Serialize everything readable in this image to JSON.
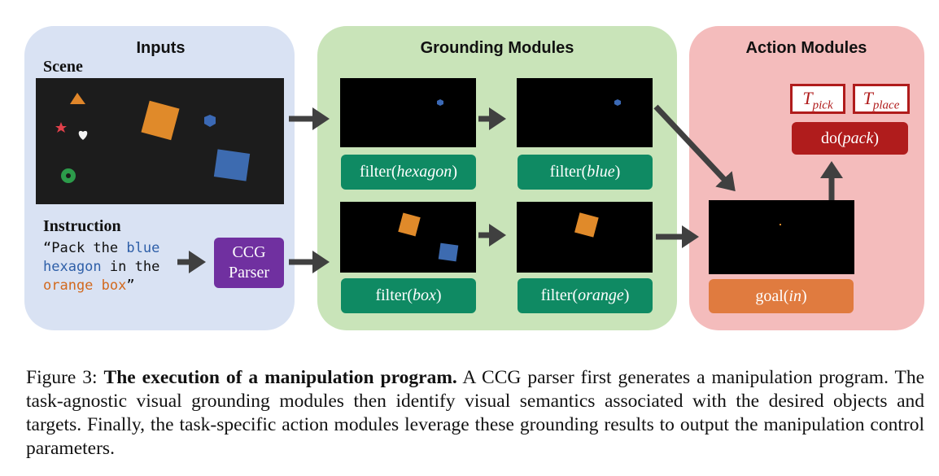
{
  "panels": {
    "inputs": "Inputs",
    "grounding": "Grounding Modules",
    "action": "Action Modules"
  },
  "inputs": {
    "scene_label": "Scene",
    "instruction_label": "Instruction",
    "instruction": [
      {
        "text": "“Pack the ",
        "color": "#111111"
      },
      {
        "text": "blue",
        "color": "#2e5fa8"
      },
      {
        "text": "hexagon",
        "color": "#2e5fa8"
      },
      {
        "text": " in the",
        "color": "#111111"
      },
      {
        "text": "orange box",
        "color": "#d2691e"
      },
      {
        "text": "”",
        "color": "#111111"
      }
    ],
    "parser_line1": "CCG",
    "parser_line2": "Parser"
  },
  "grounding": {
    "filter_hexagon": {
      "fn": "filter(",
      "arg": "hexagon",
      "close": ")"
    },
    "filter_blue": {
      "fn": "filter(",
      "arg": "blue",
      "close": ")"
    },
    "filter_box": {
      "fn": "filter(",
      "arg": "box",
      "close": ")"
    },
    "filter_orange": {
      "fn": "filter(",
      "arg": "orange",
      "close": ")"
    }
  },
  "action": {
    "t_pick": {
      "base": "T",
      "sub": "pick"
    },
    "t_place": {
      "base": "T",
      "sub": "place"
    },
    "do_pack": {
      "fn": "do(",
      "arg": "pack",
      "close": ")"
    },
    "goal_in": {
      "fn": "goal(",
      "arg": "in",
      "close": ")"
    }
  },
  "colors": {
    "inputs_bg": "#d9e2f3",
    "grounding_bg": "#c9e4b9",
    "action_bg": "#f4bcbc",
    "filter_green": "#0f8a63",
    "parser_purple": "#7030a0",
    "do_red": "#b01c1c",
    "goal_orange": "#e07b3f",
    "arrow": "#404040"
  },
  "caption": {
    "prefix": "Figure 3: ",
    "title": "The execution of a manipulation program.",
    "body": " A CCG parser first generates a manipulation program. The task-agnostic visual grounding modules then identify visual semantics associated with the desired objects and targets. Finally, the task-specific action modules leverage these grounding results to output the manipulation control parameters."
  }
}
